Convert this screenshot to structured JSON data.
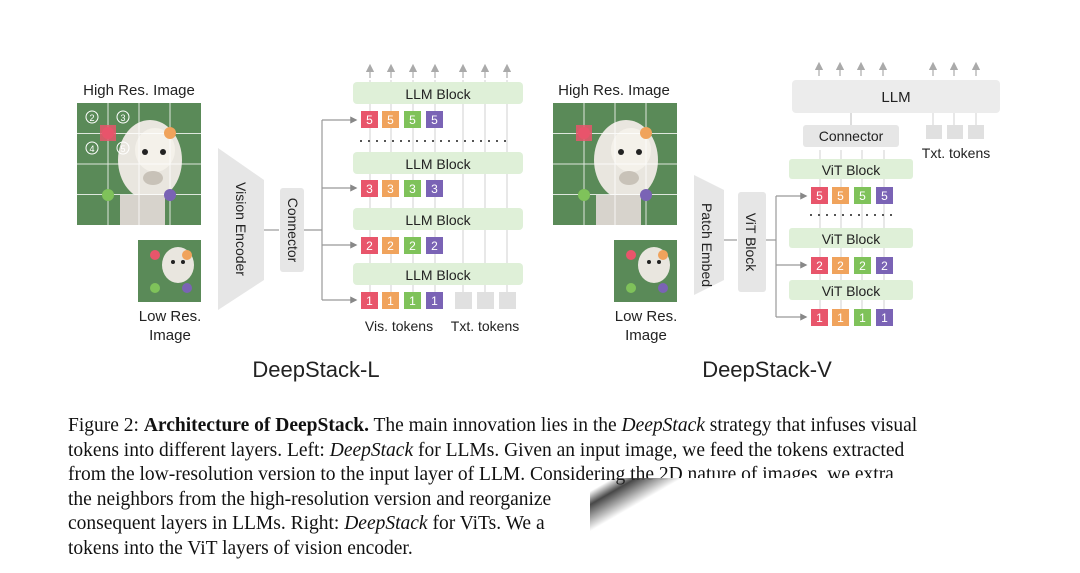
{
  "figure": {
    "left": {
      "high_res_label": "High Res. Image",
      "low_res_label_1": "Low Res.",
      "low_res_label_2": "Image",
      "encoder_label": "Vision Encoder",
      "connector_label": "Connector",
      "blocks": [
        "LLM Block",
        "LLM Block",
        "LLM Block",
        "LLM Block"
      ],
      "vis_tokens_label": "Vis. tokens",
      "txt_tokens_label": "Txt. tokens",
      "title": "DeepStack-L"
    },
    "right": {
      "high_res_label": "High Res. Image",
      "low_res_label_1": "Low Res.",
      "low_res_label_2": "Image",
      "patch_embed_label": "Patch Embed",
      "vit_block_label": "ViT Block",
      "llm_label": "LLM",
      "connector_label": "Connector",
      "txt_tokens_label": "Txt. tokens",
      "blocks": [
        "ViT Block",
        "ViT Block",
        "ViT Block"
      ],
      "title": "DeepStack-V"
    },
    "token_digits": [
      "1",
      "2",
      "3",
      "4",
      "5"
    ],
    "colors": {
      "token_red": "#e8556b",
      "token_orange": "#f0a35c",
      "token_green": "#7fc25a",
      "token_purple": "#7a63b5",
      "block_green": "#dff0d8",
      "gray_block": "#e6e6e6"
    }
  },
  "caption": {
    "fig_num": "Figure 2:",
    "bold": "Architecture of DeepStack.",
    "l1_rest": " The main innovation lies in the",
    "l1_ital": "DeepStack",
    "l1_end": " strategy that infuses visual",
    "l2_a": "tokens into different layers. Left:",
    "l2_ital": "DeepStack",
    "l2_b": " for LLMs. Given an input image, we feed the tokens extracted",
    "l3": "from the low-resolution version to the input layer of LLM. Considering the 2D nature of images, we extra",
    "l4": "the neighbors from the high-resolution version and reorganize",
    "l5_a": "consequent layers in LLMs. Right:",
    "l5_ital": "DeepStack",
    "l5_b": " for ViTs. We a",
    "l6": "tokens into the ViT layers of vision encoder."
  }
}
